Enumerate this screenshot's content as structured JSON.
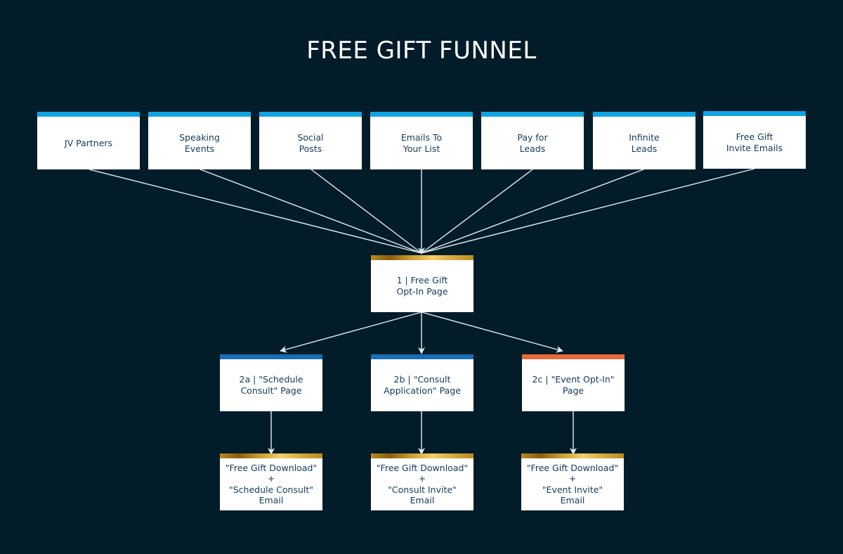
{
  "title": "FREE GIFT FUNNEL",
  "colors": {
    "background": "#021c2a",
    "box_text": "#123a5a",
    "source_bar": "#11a4e2",
    "page_bar_blue": "#1a6db5",
    "page_bar_orange": "#e96a38",
    "gold_bar": "#d4a640",
    "connector": "#e6eef2"
  },
  "sources": [
    {
      "label": "JV Partners"
    },
    {
      "label": "Speaking\nEvents"
    },
    {
      "label": "Social\nPosts"
    },
    {
      "label": "Emails To\nYour List"
    },
    {
      "label": "Pay for\nLeads"
    },
    {
      "label": "Infinite\nLeads"
    },
    {
      "label": "Free Gift\nInvite Emails"
    }
  ],
  "optin": {
    "label": "1 | Free Gift\nOpt-In Page"
  },
  "pages": [
    {
      "label": "2a | \"Schedule\nConsult\" Page",
      "bar": "blue"
    },
    {
      "label": "2b | \"Consult\nApplication\" Page",
      "bar": "blue"
    },
    {
      "label": "2c | \"Event Opt-In\"\nPage",
      "bar": "orange"
    }
  ],
  "emails": [
    {
      "label": "\"Free Gift Download\"\n+\n\"Schedule Consult\"\nEmail"
    },
    {
      "label": "\"Free Gift Download\"\n+\n\"Consult Invite\"\nEmail"
    },
    {
      "label": "\"Free Gift Download\"\n+\n\"Event Invite\"\nEmail"
    }
  ]
}
